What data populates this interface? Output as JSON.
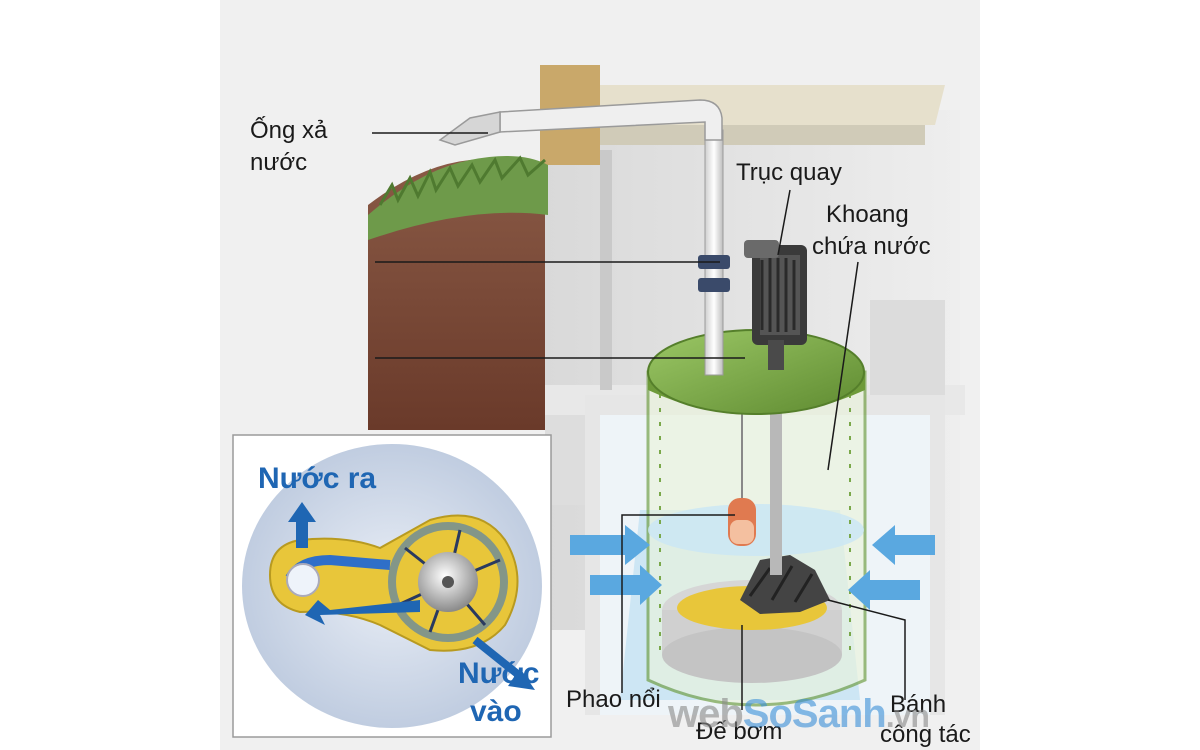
{
  "labels": {
    "discharge_pipe_line1": "Ống xả",
    "discharge_pipe_line2": "nước",
    "shaft": "Trục quay",
    "chamber_line1": "Khoang",
    "chamber_line2": "chứa nước",
    "float": "Phao nổi",
    "base": "Đế bơm",
    "impeller_line1": "Bánh",
    "impeller_line2": "công tác"
  },
  "inset": {
    "water_out": "Nước ra",
    "water_in_line1": "Nước",
    "water_in_line2": "vào"
  },
  "watermark": {
    "part1": "web",
    "part2": "SoSanh",
    "part3": ".vn"
  },
  "colors": {
    "lid_green": "#7fae4a",
    "water_blue": "#3a8fd8",
    "impeller_yellow": "#e8c63a",
    "concrete": "#e4e4e4",
    "soil": "#7a4a38",
    "grass": "#6e9a4a"
  }
}
